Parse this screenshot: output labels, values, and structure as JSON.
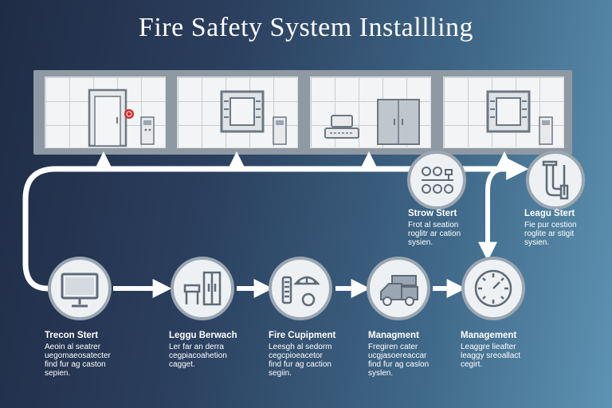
{
  "title": "Fire Safety System Installling",
  "rooms": [
    {
      "name": "room-door-alarm"
    },
    {
      "name": "room-panel"
    },
    {
      "name": "room-cabinets"
    },
    {
      "name": "room-panel-2"
    }
  ],
  "steps": [
    {
      "id": "trecon",
      "title": "Trecon Stert",
      "lines": [
        "Aeoin al seatrer",
        "uegomaeosatecter",
        "find fur ag caston",
        "sepien."
      ]
    },
    {
      "id": "leggu",
      "title": "Leggu Berwach",
      "lines": [
        "Ler far an derra",
        "cegpiacoahetion",
        "cagget."
      ]
    },
    {
      "id": "fire",
      "title": "Fire Cupipment",
      "lines": [
        "Leesgh al sedorm",
        "cegcpioeacetor",
        "find fur ag caction",
        "segiin."
      ]
    },
    {
      "id": "managment",
      "title": "Managment",
      "lines": [
        "Fregiren cater",
        "ucgjasoereaccar",
        "find fur ag caslon",
        "syslen."
      ]
    },
    {
      "id": "management",
      "title": "Management",
      "lines": [
        "Leaggre lieafter",
        "leaggy sreoallact",
        "cegirt."
      ]
    }
  ],
  "side_steps": [
    {
      "id": "strow",
      "title": "Strow Stert",
      "lines": [
        "Frot al seation",
        "roglitr ar cation",
        "sysien."
      ]
    },
    {
      "id": "leagu",
      "title": "Leagu Stert",
      "lines": [
        "Fie pur cestion",
        "roglite ar stigit",
        "sysien."
      ]
    }
  ],
  "colors": {
    "accent": "#ffffff",
    "icon": "#5e6b78",
    "alarm": "#d42b2b"
  }
}
